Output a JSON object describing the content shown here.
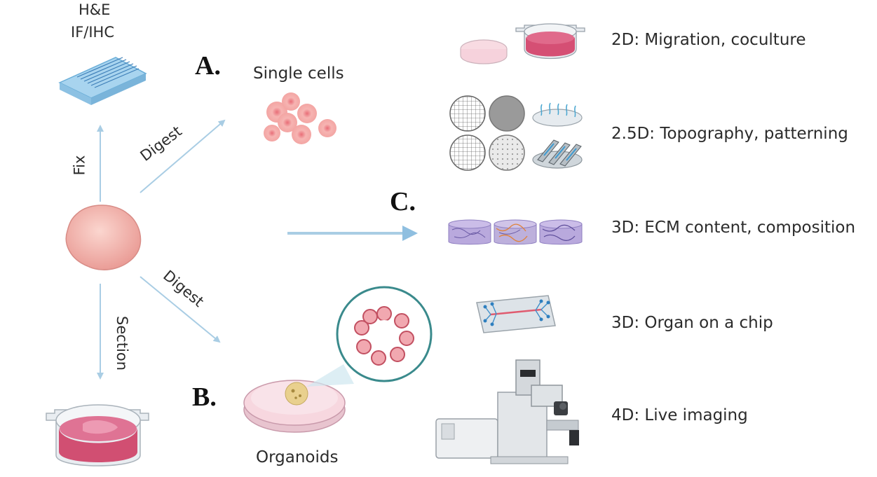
{
  "slide_stain": {
    "line1": "H&E",
    "line2": "IF/IHC"
  },
  "panels": {
    "a": "A.",
    "b": "B.",
    "c": "C."
  },
  "titles": {
    "single_cells": "Single cells",
    "organoids": "Organoids"
  },
  "arrows": {
    "fix": "Fix",
    "digest_up": "Digest",
    "digest_down": "Digest",
    "section": "Section"
  },
  "models": [
    {
      "label": "2D: Migration, coculture"
    },
    {
      "label": "2.5D: Topography, patterning"
    },
    {
      "label": "3D: ECM content, composition"
    },
    {
      "label": "3D: Organ on a chip"
    },
    {
      "label": "4D: Live imaging"
    }
  ],
  "colors": {
    "arrow": "#a9cde4",
    "tissue": "#f2b8b0",
    "cell": "#f4a9a8",
    "media": "#d85a7a",
    "dish": "#f8dbe2",
    "ecm": "#b9a9dd"
  }
}
